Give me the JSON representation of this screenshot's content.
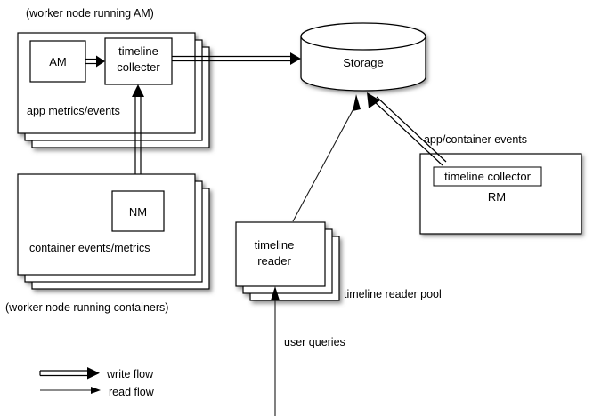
{
  "diagram": {
    "title_worker_am": "(worker node running AM)",
    "title_worker_containers": "(worker node running containers)",
    "nodes": {
      "am": "AM",
      "timeline_collecter": {
        "line1": "timeline",
        "line2": "collecter"
      },
      "nm": "NM",
      "storage": "Storage",
      "timeline_reader": {
        "line1": "timeline",
        "line2": "reader"
      },
      "rm_collector": "timeline collector",
      "rm": "RM"
    },
    "labels": {
      "app_metrics_events": "app metrics/events",
      "container_events_metrics": "container events/metrics",
      "app_container_events": "app/container events",
      "timeline_reader_pool": "timeline reader pool",
      "user_queries": "user queries"
    },
    "legend": {
      "write_flow": "write flow",
      "read_flow": "read flow"
    },
    "colors": {
      "stroke": "#000000",
      "fill": "#ffffff",
      "shadow": "#9a9a9a",
      "background": "#ffffff"
    }
  }
}
